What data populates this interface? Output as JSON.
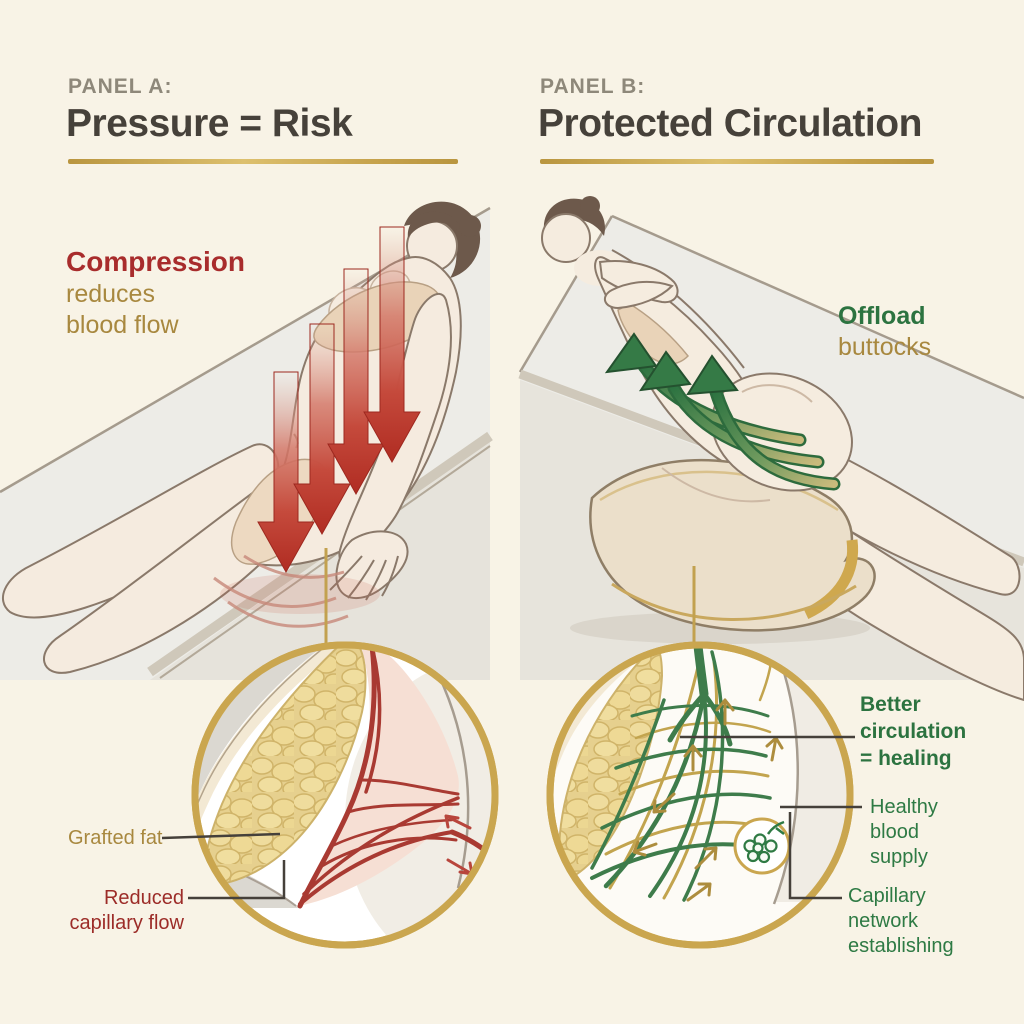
{
  "panel_a": {
    "kicker": "PANEL A:",
    "title": "Pressure = Risk",
    "callout": {
      "strong": "Compression",
      "rest": "reduces blood flow"
    },
    "labels": {
      "grafted_fat": "Grafted fat",
      "reduced_capillary_flow": "Reduced capillary flow"
    }
  },
  "panel_b": {
    "kicker": "PANEL B:",
    "title": "Protected Circulation",
    "callout": {
      "strong": "Offload",
      "rest": "buttocks"
    },
    "labels": {
      "better_circulation": "Better circulation = healing",
      "healthy_blood_supply": "Healthy blood supply",
      "capillary_network": "Capillary network establishing"
    }
  },
  "colors": {
    "background": "#f8f3e6",
    "gold_accent": "#c5a14b",
    "risk_red": "#a82c2c",
    "olive_gold_text": "#a8883f",
    "healing_green": "#2c7340",
    "title_charcoal": "#46413a",
    "kicker_gray": "#8e887a",
    "label_dark_red": "#9c2c28",
    "fat_yellow": "#e6d08e",
    "vessel_red": "#a93a32",
    "vessel_green": "#3e7c4b",
    "skin": "#f5ebdf",
    "table_gray": "#edece7"
  }
}
